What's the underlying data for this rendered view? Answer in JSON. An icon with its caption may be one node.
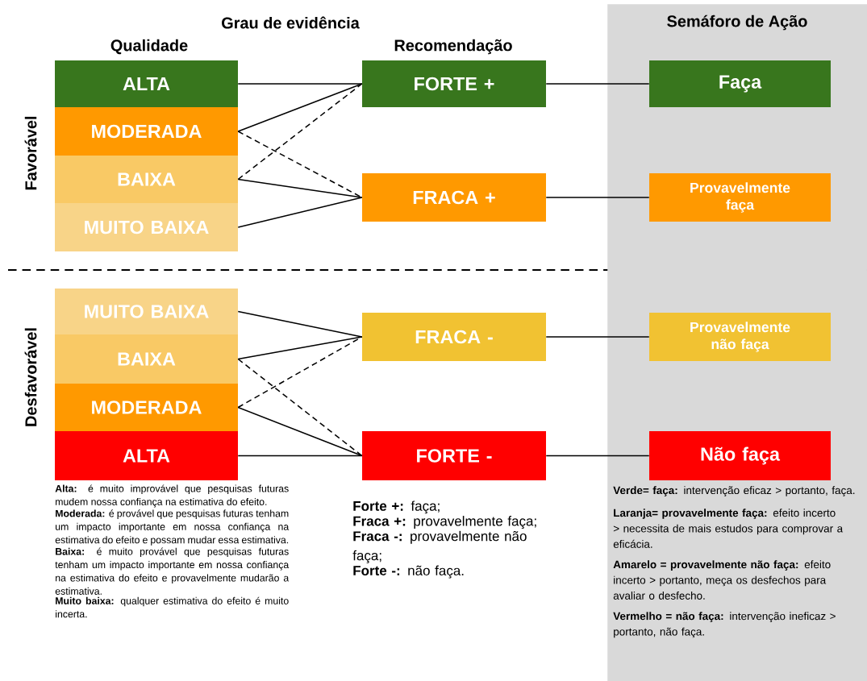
{
  "diagram": {
    "title": "Grau de evidência",
    "nodes": [
      {
        "text": [
          "Semáforo de Ação",
          "**Verde= faça:** intervenção eficaz > portanto, faça.",
          "**Laranja= provavelmente faça:** efeito incerto > necessita de mais estudos para comprovar a eficácia.",
          "**Amarelo = provavelmente não faça:** efeito incerto > portanto, meça os desfechos para avaliar o desfecho.",
          "**Vermelho = não faça:** intervenção ineficaz > portanto, não faça."
        ]
      },
      {
        "text": [
          "ALTA"
        ]
      },
      {
        "text": [
          "MODERADA"
        ]
      },
      {
        "text": [
          "BAIXA"
        ]
      },
      {
        "text": [
          "MUITO BAIXA"
        ]
      },
      {
        "text": [
          "FORTE +"
        ]
      },
      {
        "text": [
          "FRACA +"
        ]
      },
      {
        "text": [
          "Faça"
        ],
        "in": 0
      },
      {
        "text": [
          "Provavelmente faça"
        ],
        "in": 0
      },
      {
        "text": [
          "MUITO BAIXA"
        ]
      },
      {
        "text": [
          "BAIXA"
        ]
      },
      {
        "text": [
          "MODERADA"
        ]
      },
      {
        "text": [
          "ALTA"
        ]
      },
      {
        "text": [
          "FRACA -"
        ]
      },
      {
        "text": [
          "FORTE -"
        ]
      },
      {
        "text": [
          "Provavelmente não faça"
        ],
        "in": 0
      },
      {
        "text": [
          "Não faça"
        ],
        "in": 0
      }
    ],
    "edges": [
      {
        "from": 1,
        "to": 5,
        "arrow": "none"
      },
      {
        "from": 2,
        "to": 5,
        "arrow": "none"
      },
      {
        "from": 2,
        "to": 6,
        "arrow": "none",
        "style": "dashed"
      },
      {
        "from": 3,
        "to": 5,
        "arrow": "none",
        "style": "dashed"
      },
      {
        "from": 3,
        "to": 6,
        "arrow": "none"
      },
      {
        "from": 4,
        "to": 6,
        "arrow": "none"
      },
      {
        "from": 5,
        "to": 7,
        "arrow": "none"
      },
      {
        "from": 6,
        "to": 8,
        "arrow": "none"
      },
      {
        "from": 9,
        "to": 13,
        "arrow": "none"
      },
      {
        "from": 10,
        "to": 13,
        "arrow": "none"
      },
      {
        "from": 10,
        "to": 14,
        "arrow": "none",
        "style": "dashed"
      },
      {
        "from": 11,
        "to": 13,
        "arrow": "none",
        "style": "dashed"
      },
      {
        "from": 11,
        "to": 14,
        "arrow": "none"
      },
      {
        "from": 12,
        "to": 14,
        "arrow": "none"
      },
      {
        "from": 13,
        "to": 15,
        "arrow": "none"
      },
      {
        "from": 14,
        "to": 16,
        "arrow": "none"
      }
    ],
    "labels": [
      "Qualidade",
      "Recomendação",
      "Favorável",
      "Desfavorável",
      "**Alta:** é muito improvável que pesquisas futuras mudem nossa confiança na estimativa do efeito.",
      "**Moderada:** é provável que pesquisas futuras tenham um impacto importante em nossa confiança na estimativa do efeito e possam mudar essa estimativa.",
      "**Baixa:** é muito provável que pesquisas futuras tenham um impacto importante em nossa confiança na estimativa do efeito e provavelmente mudarão a estimativa.",
      "**Muito baixa:** qualquer estimativa do efeito é muito incerta.",
      "**Forte +:** faça;",
      "**Fraca +:** provavelmente faça;",
      "**Fraca -:** provavelmente não faça;",
      "**Forte -:** não faça."
    ]
  }
}
